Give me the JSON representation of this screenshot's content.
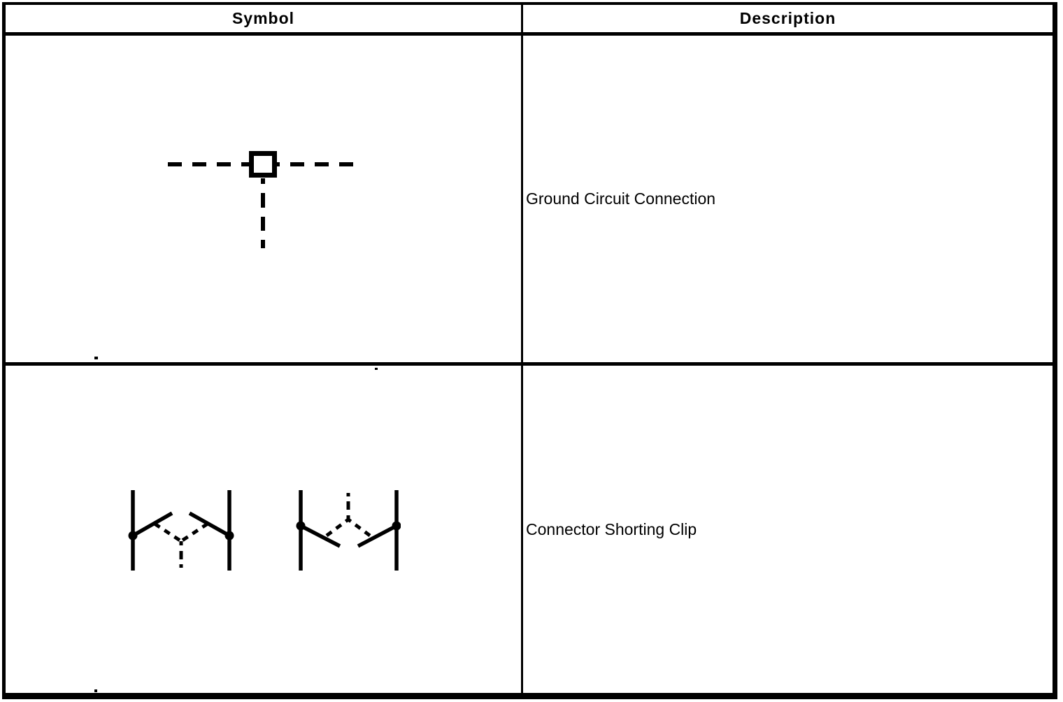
{
  "page": {
    "paper_color": "#ffffff",
    "ink_color": "#000000"
  },
  "table": {
    "headers": [
      {
        "label": "Symbol"
      },
      {
        "label": "Description"
      }
    ],
    "rows": [
      {
        "symbol_icon": "ground-circuit-connection-symbol",
        "description": "Ground Circuit Connection"
      },
      {
        "symbol_icon": "connector-shorting-clip-symbol",
        "description": "Connector Shorting Clip"
      }
    ]
  }
}
